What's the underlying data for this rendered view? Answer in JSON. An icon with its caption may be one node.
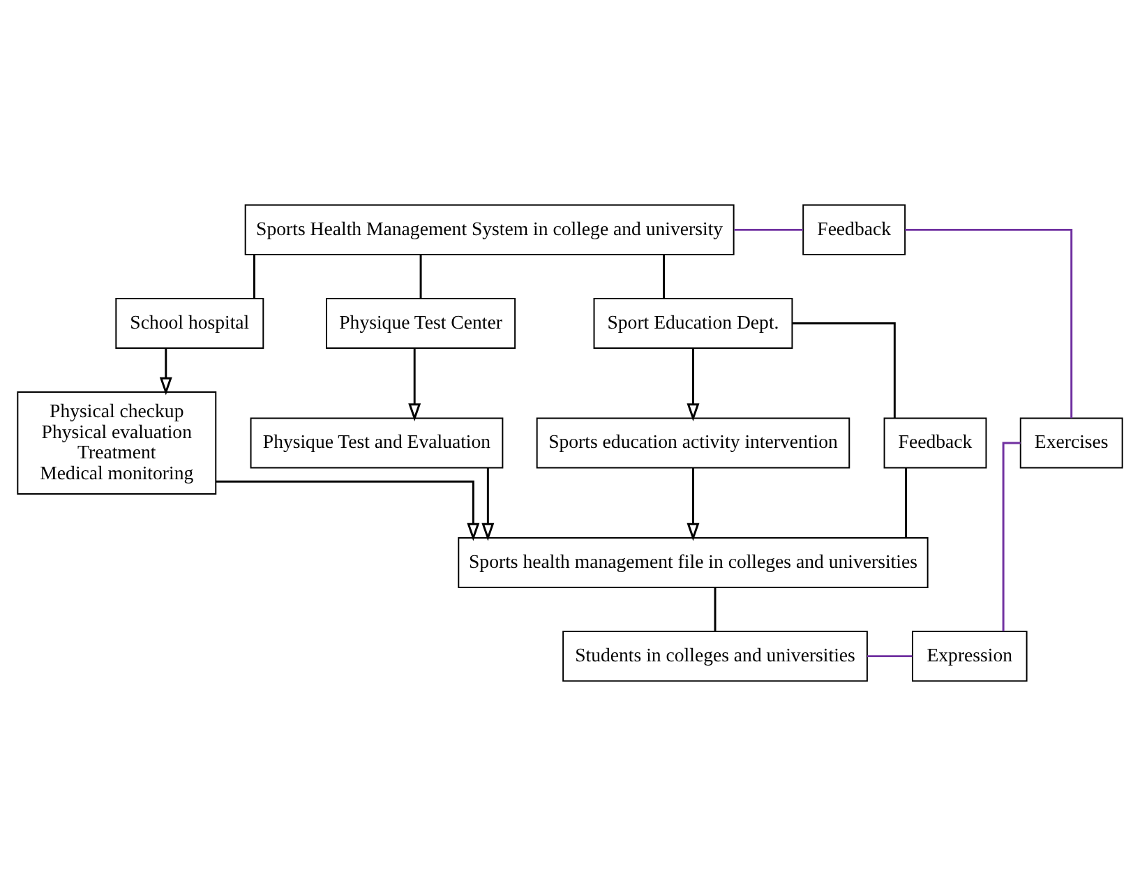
{
  "diagram": {
    "nodes": [
      {
        "text": [
          "Sports Health Management System in college and university"
        ]
      },
      {
        "text": [
          "Feedback"
        ]
      },
      {
        "text": [
          "School hospital"
        ]
      },
      {
        "text": [
          "Physique Test Center"
        ]
      },
      {
        "text": [
          "Sport Education Dept."
        ]
      },
      {
        "text": [
          "Physical checkup",
          "Physical evaluation",
          "Treatment",
          "Medical monitoring"
        ]
      },
      {
        "text": [
          "Physique Test and Evaluation"
        ]
      },
      {
        "text": [
          "Feedback"
        ]
      },
      {
        "text": [
          "Sports education activity intervention"
        ]
      },
      {
        "text": [
          "Exercises"
        ]
      },
      {
        "text": [
          "Sports health management file in colleges and universities"
        ]
      },
      {
        "text": [
          "Students in colleges and universities"
        ]
      },
      {
        "text": [
          "Expression"
        ]
      }
    ],
    "edges": [
      {
        "from": 0,
        "to": 2,
        "arrow": "none"
      },
      {
        "from": 0,
        "to": 3,
        "arrow": "none"
      },
      {
        "from": 0,
        "to": 4,
        "arrow": "none"
      },
      {
        "from": 0,
        "to": 1,
        "arrow": "none",
        "color": "#7030a0"
      },
      {
        "from": 1,
        "to": 9,
        "arrow": "none",
        "color": "#7030a0"
      },
      {
        "from": 2,
        "to": 5,
        "arrow": "to"
      },
      {
        "from": 3,
        "to": 6,
        "arrow": "to"
      },
      {
        "from": 4,
        "to": 8,
        "arrow": "to"
      },
      {
        "from": 7,
        "to": 4,
        "arrow": "none"
      },
      {
        "from": 5,
        "to": 10,
        "arrow": "to"
      },
      {
        "from": 6,
        "to": 10,
        "arrow": "to"
      },
      {
        "from": 8,
        "to": 10,
        "arrow": "to"
      },
      {
        "from": 10,
        "to": 7,
        "arrow": "none"
      },
      {
        "from": 10,
        "to": 11,
        "arrow": "none"
      },
      {
        "from": 11,
        "to": 12,
        "arrow": "none",
        "color": "#7030a0"
      },
      {
        "from": 12,
        "to": 9,
        "arrow": "none",
        "color": "#7030a0"
      }
    ]
  }
}
